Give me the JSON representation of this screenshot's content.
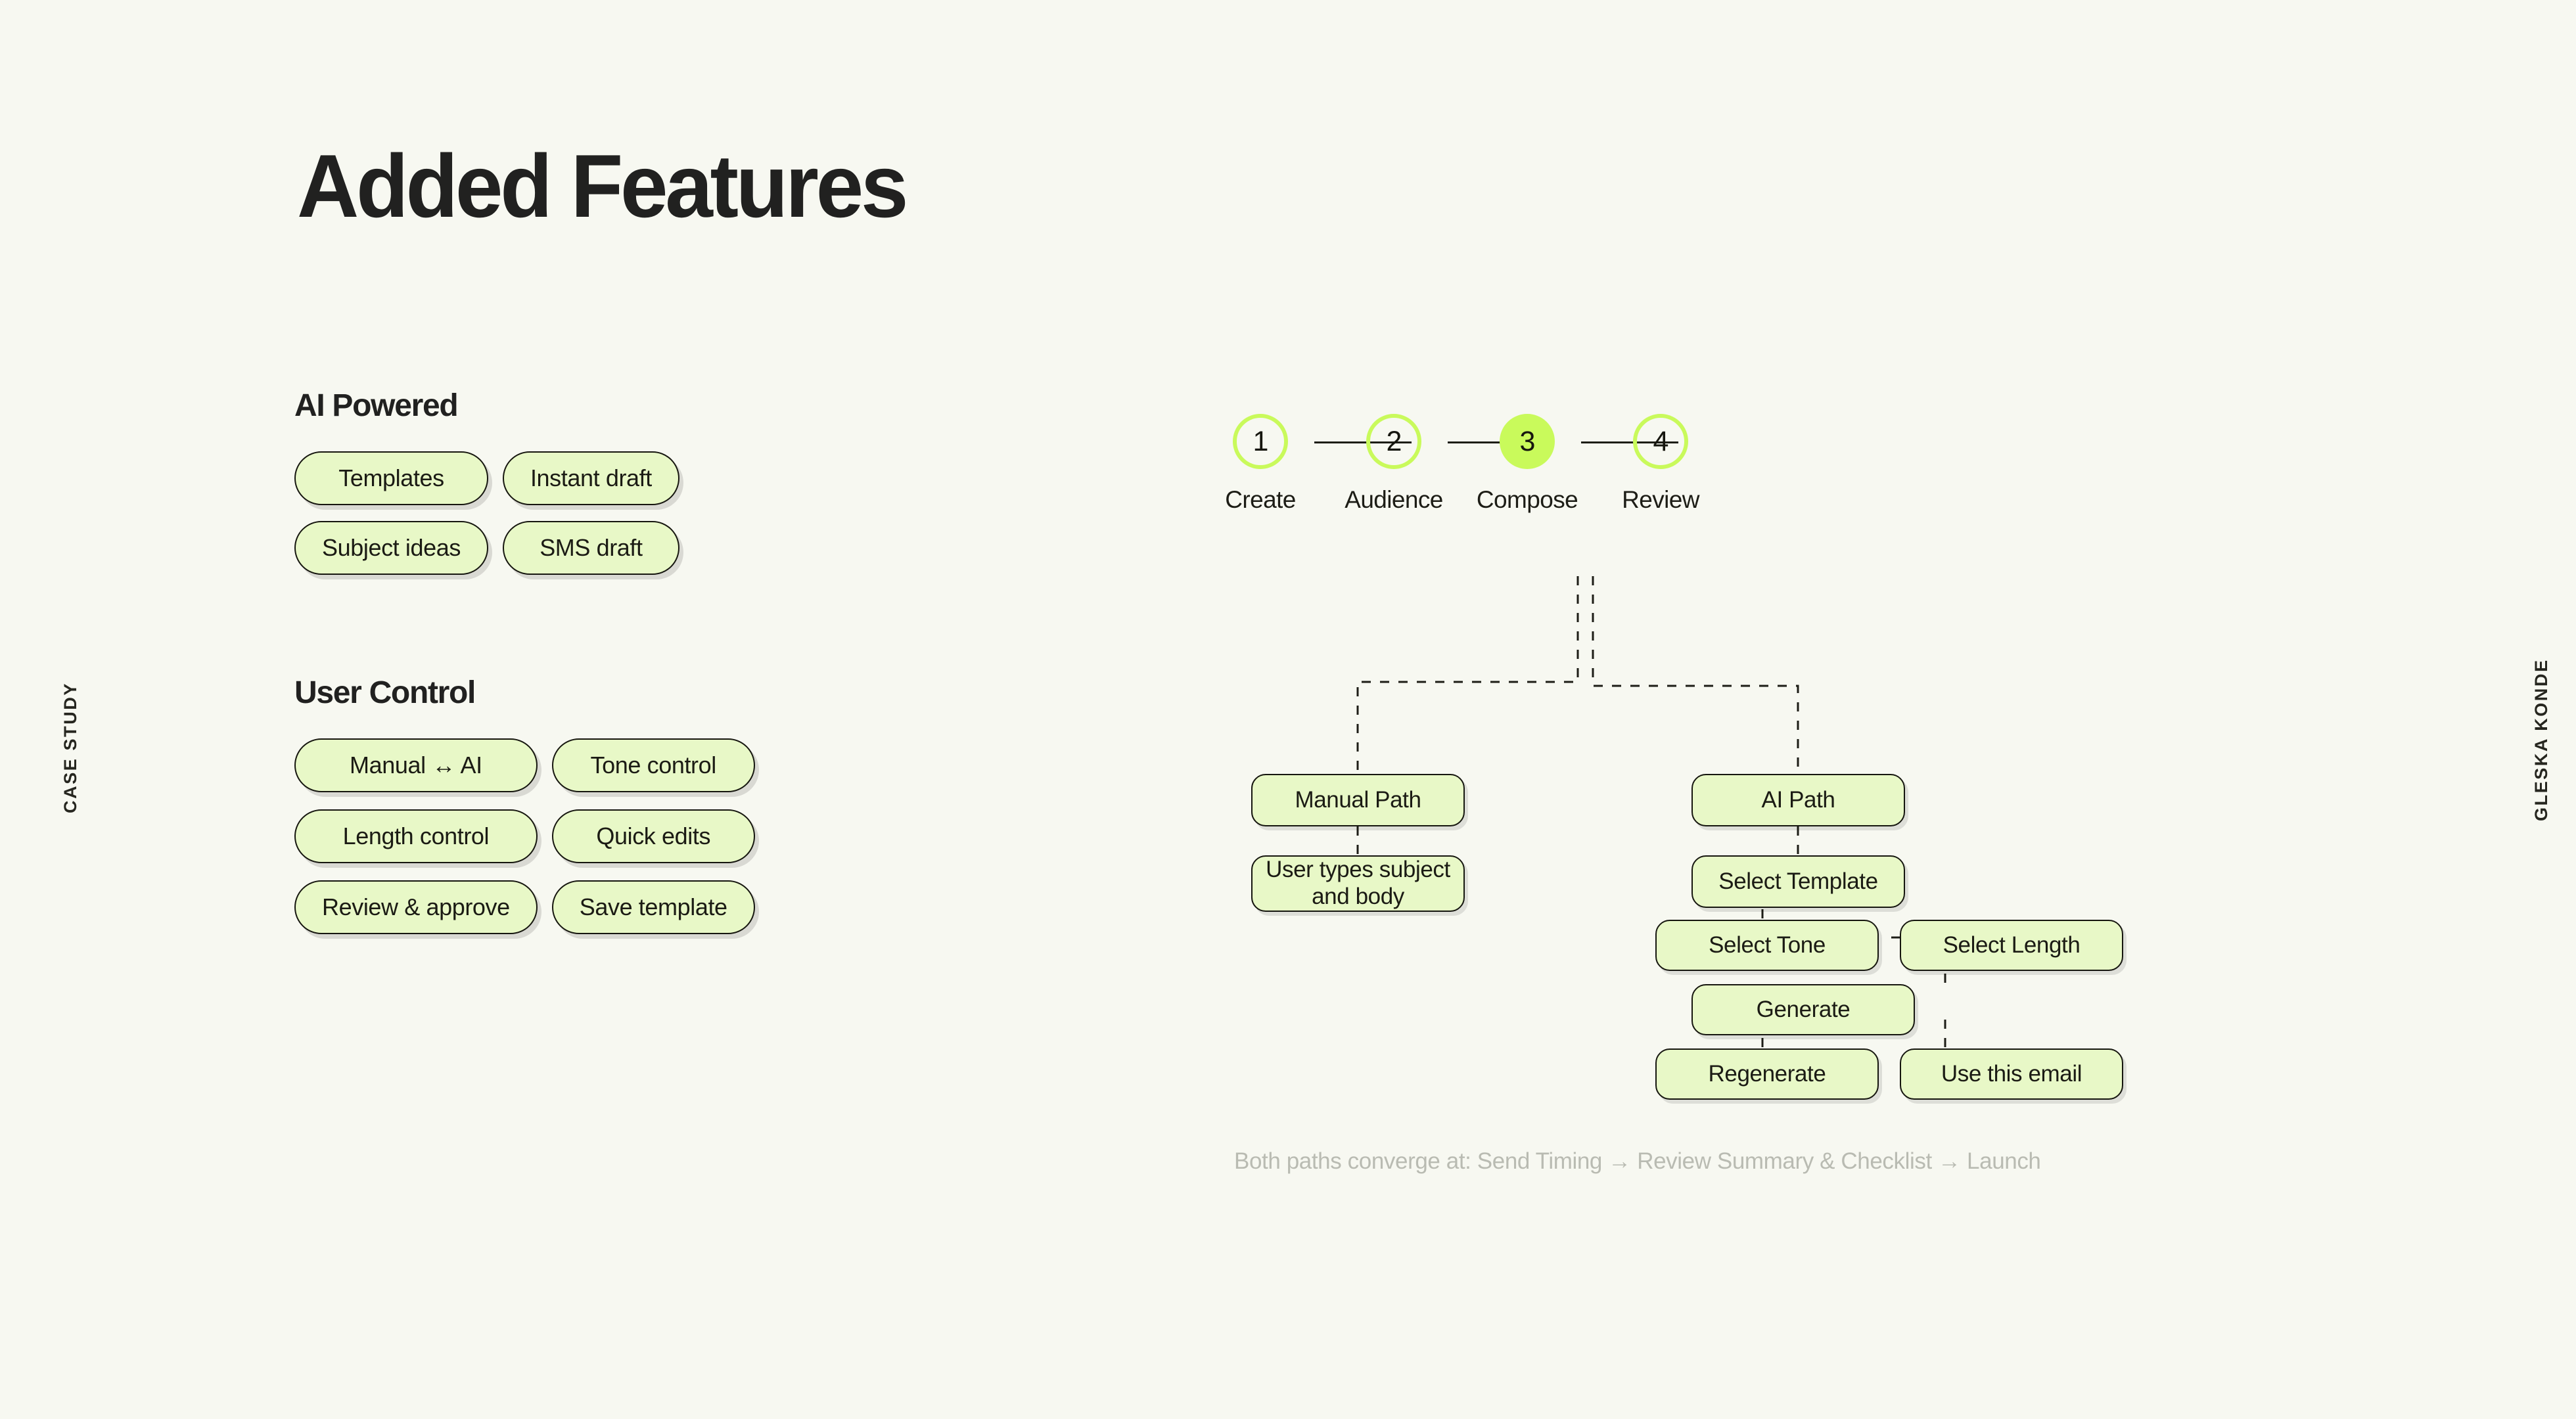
{
  "meta": {
    "side_label_left": "CASE STUDY",
    "side_label_right": "GLESKA KONDE",
    "background_color": "#f7f8f1",
    "accent_color": "#c9fa5b",
    "chip_fill_color": "#e8f8c7",
    "ink_color": "#16160f",
    "muted_color": "#b9bbb2"
  },
  "title": "Added Features",
  "groups": [
    {
      "heading": "AI Powered",
      "chips": [
        "Templates",
        "Instant draft",
        "Subject ideas",
        "SMS draft"
      ]
    },
    {
      "heading": "User Control",
      "chips": [
        "Manual ↔ AI",
        "Tone control",
        "Length control",
        "Quick edits",
        "Review & approve",
        "Save template"
      ]
    }
  ],
  "stepper": {
    "active_step": 3,
    "steps": [
      {
        "number": "1",
        "label": "Create"
      },
      {
        "number": "2",
        "label": "Audience"
      },
      {
        "number": "3",
        "label": "Compose"
      },
      {
        "number": "4",
        "label": "Review"
      }
    ]
  },
  "flow": {
    "nodes": [
      {
        "id": "manual-path",
        "label": "Manual Path"
      },
      {
        "id": "user-types",
        "label": "User types subject\nand body"
      },
      {
        "id": "ai-path",
        "label": "AI Path"
      },
      {
        "id": "select-template",
        "label": "Select Template"
      },
      {
        "id": "select-tone",
        "label": "Select Tone"
      },
      {
        "id": "select-length",
        "label": "Select Length"
      },
      {
        "id": "generate",
        "label": "Generate"
      },
      {
        "id": "regenerate",
        "label": "Regenerate"
      },
      {
        "id": "use-this-email",
        "label": "Use this email"
      }
    ],
    "footer_note": "Both paths converge at: Send Timing → Review Summary & Checklist → Launch"
  }
}
